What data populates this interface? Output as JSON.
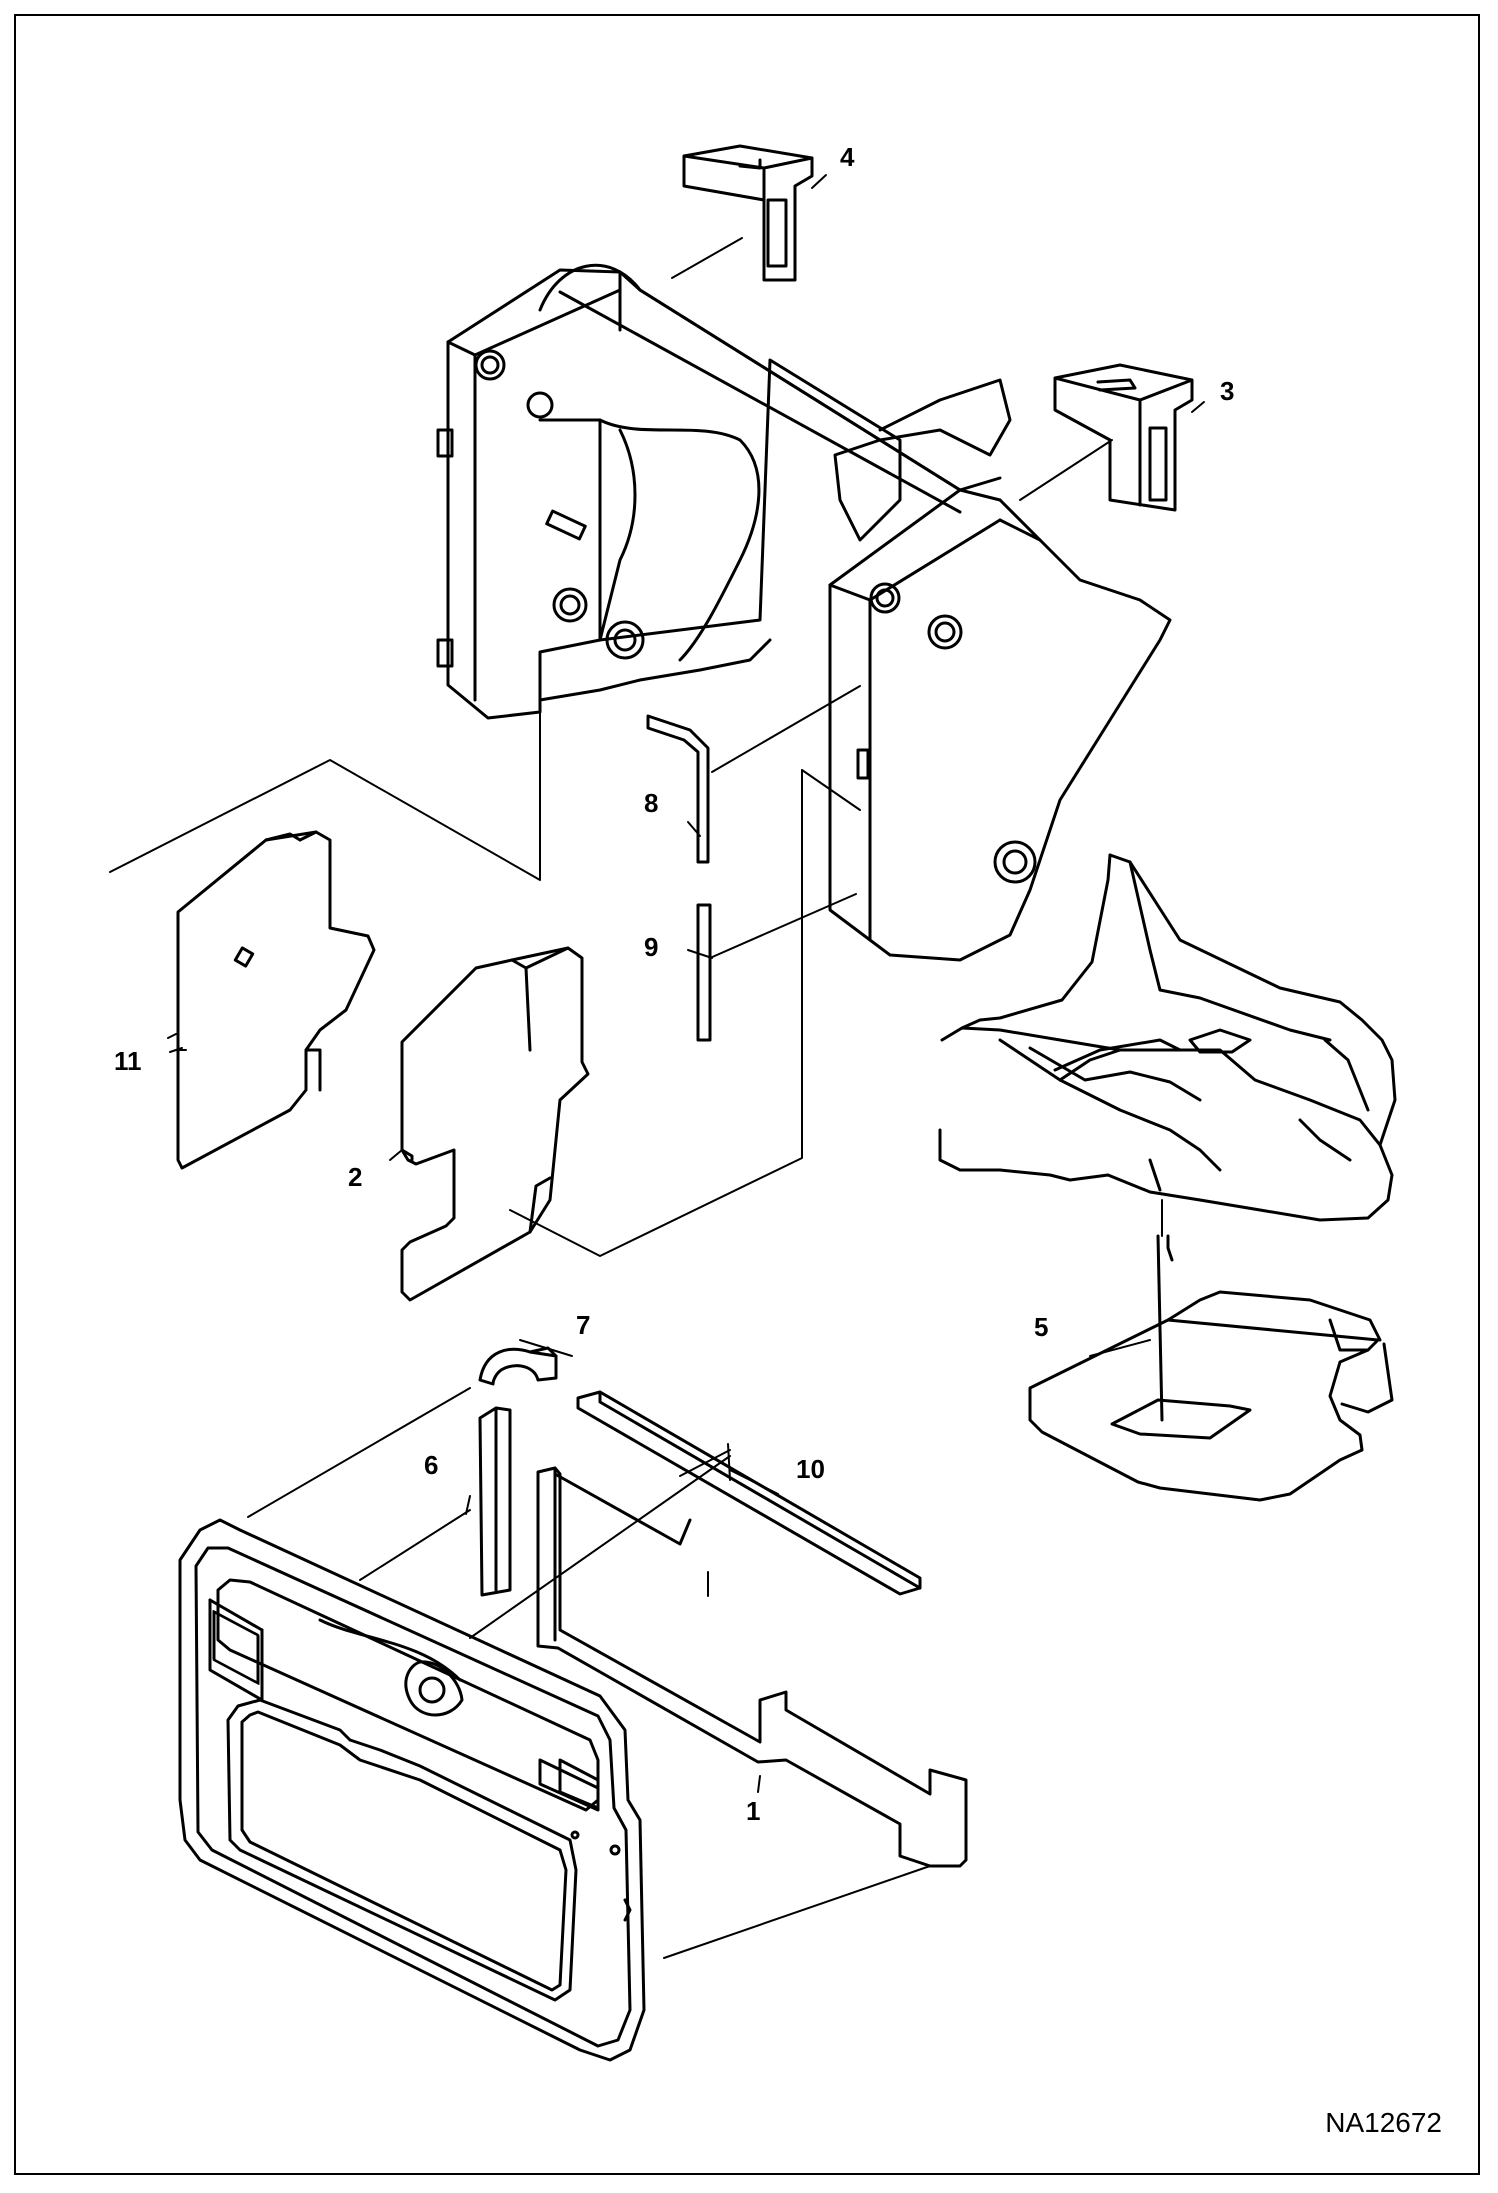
{
  "callouts": {
    "c1": "1",
    "c2": "2",
    "c3": "3",
    "c4": "4",
    "c5": "5",
    "c6": "6",
    "c7": "7",
    "c8": "8",
    "c9": "9",
    "c10": "10",
    "c11": "11"
  },
  "drawing_id": "NA12672"
}
